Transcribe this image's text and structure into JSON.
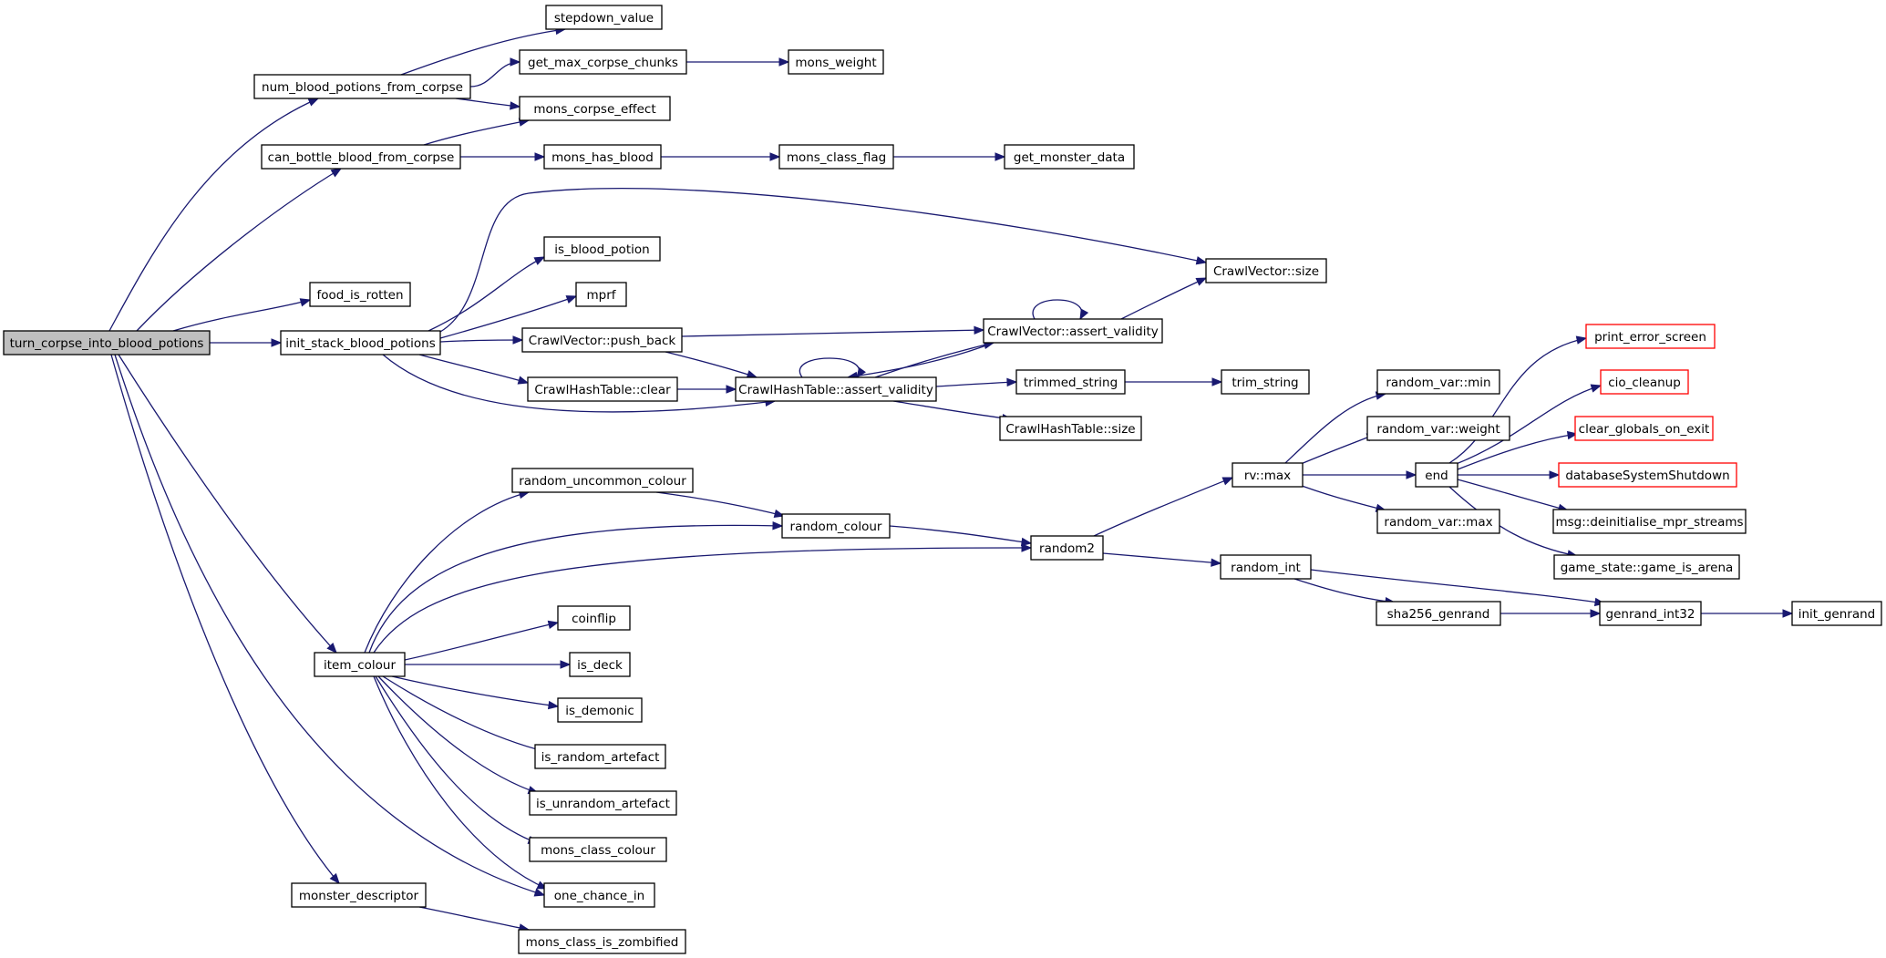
{
  "colors": {
    "edge": "#191970",
    "node_border": "#000000",
    "node_fill": "#ffffff",
    "root_fill": "#bfbfbf",
    "truncated_border": "#ff0000"
  },
  "nodes": [
    {
      "id": "turn_corpse",
      "label": "turn_corpse_into_blood_potions",
      "style": "root"
    },
    {
      "id": "num_blood",
      "label": "num_blood_potions_from_corpse"
    },
    {
      "id": "can_bottle",
      "label": "can_bottle_blood_from_corpse"
    },
    {
      "id": "food_rotten",
      "label": "food_is_rotten"
    },
    {
      "id": "init_stack",
      "label": "init_stack_blood_potions"
    },
    {
      "id": "item_colour",
      "label": "item_colour"
    },
    {
      "id": "monster_desc",
      "label": "monster_descriptor"
    },
    {
      "id": "stepdown",
      "label": "stepdown_value"
    },
    {
      "id": "get_max",
      "label": "get_max_corpse_chunks"
    },
    {
      "id": "mons_weight",
      "label": "mons_weight"
    },
    {
      "id": "mons_corpse_effect",
      "label": "mons_corpse_effect"
    },
    {
      "id": "mons_has_blood",
      "label": "mons_has_blood"
    },
    {
      "id": "mons_class_flag",
      "label": "mons_class_flag"
    },
    {
      "id": "get_monster_data",
      "label": "get_monster_data"
    },
    {
      "id": "is_blood_potion",
      "label": "is_blood_potion"
    },
    {
      "id": "mprf",
      "label": "mprf"
    },
    {
      "id": "cv_size",
      "label": "CrawlVector::size"
    },
    {
      "id": "cv_push_back",
      "label": "CrawlVector::push_back"
    },
    {
      "id": "cv_assert",
      "label": "CrawlVector::assert_validity"
    },
    {
      "id": "cht_clear",
      "label": "CrawlHashTable::clear"
    },
    {
      "id": "cht_assert",
      "label": "CrawlHashTable::assert_validity"
    },
    {
      "id": "trimmed_string",
      "label": "trimmed_string"
    },
    {
      "id": "trim_string",
      "label": "trim_string"
    },
    {
      "id": "cht_size",
      "label": "CrawlHashTable::size"
    },
    {
      "id": "random_uncommon",
      "label": "random_uncommon_colour"
    },
    {
      "id": "random_colour",
      "label": "random_colour"
    },
    {
      "id": "random2",
      "label": "random2"
    },
    {
      "id": "coinflip",
      "label": "coinflip"
    },
    {
      "id": "is_deck",
      "label": "is_deck"
    },
    {
      "id": "is_demonic",
      "label": "is_demonic"
    },
    {
      "id": "is_random_artefact",
      "label": "is_random_artefact"
    },
    {
      "id": "is_unrandom_artefact",
      "label": "is_unrandom_artefact"
    },
    {
      "id": "mons_class_colour",
      "label": "mons_class_colour"
    },
    {
      "id": "one_chance_in",
      "label": "one_chance_in"
    },
    {
      "id": "mons_class_is_zombified",
      "label": "mons_class_is_zombified"
    },
    {
      "id": "rv_max",
      "label": "rv::max"
    },
    {
      "id": "random_int",
      "label": "random_int"
    },
    {
      "id": "rvar_min",
      "label": "random_var::min"
    },
    {
      "id": "rvar_weight",
      "label": "random_var::weight"
    },
    {
      "id": "end",
      "label": "end"
    },
    {
      "id": "rvar_max",
      "label": "random_var::max"
    },
    {
      "id": "sha256_genrand",
      "label": "sha256_genrand"
    },
    {
      "id": "genrand_int32",
      "label": "genrand_int32"
    },
    {
      "id": "init_genrand",
      "label": "init_genrand"
    },
    {
      "id": "print_error_screen",
      "label": "print_error_screen",
      "style": "truncated"
    },
    {
      "id": "cio_cleanup",
      "label": "cio_cleanup",
      "style": "truncated"
    },
    {
      "id": "clear_globals",
      "label": "clear_globals_on_exit",
      "style": "truncated"
    },
    {
      "id": "db_shutdown",
      "label": "databaseSystemShutdown",
      "style": "truncated"
    },
    {
      "id": "msg_deinit",
      "label": "msg::deinitialise_mpr_streams"
    },
    {
      "id": "game_is_arena",
      "label": "game_state::game_is_arena"
    }
  ],
  "edges": [
    {
      "from": "turn_corpse",
      "to": "num_blood"
    },
    {
      "from": "turn_corpse",
      "to": "can_bottle"
    },
    {
      "from": "turn_corpse",
      "to": "food_rotten"
    },
    {
      "from": "turn_corpse",
      "to": "init_stack"
    },
    {
      "from": "turn_corpse",
      "to": "item_colour"
    },
    {
      "from": "turn_corpse",
      "to": "one_chance_in"
    },
    {
      "from": "turn_corpse",
      "to": "monster_desc"
    },
    {
      "from": "num_blood",
      "to": "stepdown"
    },
    {
      "from": "num_blood",
      "to": "get_max"
    },
    {
      "from": "num_blood",
      "to": "mons_corpse_effect"
    },
    {
      "from": "get_max",
      "to": "mons_weight"
    },
    {
      "from": "can_bottle",
      "to": "mons_corpse_effect"
    },
    {
      "from": "can_bottle",
      "to": "mons_has_blood"
    },
    {
      "from": "mons_has_blood",
      "to": "mons_class_flag"
    },
    {
      "from": "mons_class_flag",
      "to": "get_monster_data"
    },
    {
      "from": "init_stack",
      "to": "cv_size"
    },
    {
      "from": "init_stack",
      "to": "is_blood_potion"
    },
    {
      "from": "init_stack",
      "to": "mprf"
    },
    {
      "from": "init_stack",
      "to": "cv_push_back"
    },
    {
      "from": "init_stack",
      "to": "cht_clear"
    },
    {
      "from": "init_stack",
      "to": "cht_assert"
    },
    {
      "from": "cv_push_back",
      "to": "cv_assert"
    },
    {
      "from": "cv_push_back",
      "to": "cht_assert"
    },
    {
      "from": "cht_clear",
      "to": "cht_assert"
    },
    {
      "from": "cv_assert",
      "to": "cv_assert"
    },
    {
      "from": "cv_assert",
      "to": "cv_size"
    },
    {
      "from": "cv_assert",
      "to": "cht_assert"
    },
    {
      "from": "cht_assert",
      "to": "cht_assert"
    },
    {
      "from": "cht_assert",
      "to": "cv_assert"
    },
    {
      "from": "cht_assert",
      "to": "trimmed_string"
    },
    {
      "from": "cht_assert",
      "to": "cht_size"
    },
    {
      "from": "trimmed_string",
      "to": "trim_string"
    },
    {
      "from": "item_colour",
      "to": "random_uncommon"
    },
    {
      "from": "item_colour",
      "to": "random_colour"
    },
    {
      "from": "item_colour",
      "to": "random2"
    },
    {
      "from": "item_colour",
      "to": "coinflip"
    },
    {
      "from": "item_colour",
      "to": "is_deck"
    },
    {
      "from": "item_colour",
      "to": "is_demonic"
    },
    {
      "from": "item_colour",
      "to": "is_random_artefact"
    },
    {
      "from": "item_colour",
      "to": "is_unrandom_artefact"
    },
    {
      "from": "item_colour",
      "to": "mons_class_colour"
    },
    {
      "from": "item_colour",
      "to": "one_chance_in"
    },
    {
      "from": "random_uncommon",
      "to": "random_colour"
    },
    {
      "from": "random_colour",
      "to": "random2"
    },
    {
      "from": "random2",
      "to": "rv_max"
    },
    {
      "from": "random2",
      "to": "random_int"
    },
    {
      "from": "rv_max",
      "to": "rvar_min"
    },
    {
      "from": "rv_max",
      "to": "rvar_weight"
    },
    {
      "from": "rv_max",
      "to": "end"
    },
    {
      "from": "rv_max",
      "to": "rvar_max"
    },
    {
      "from": "end",
      "to": "print_error_screen"
    },
    {
      "from": "end",
      "to": "cio_cleanup"
    },
    {
      "from": "end",
      "to": "clear_globals"
    },
    {
      "from": "end",
      "to": "db_shutdown"
    },
    {
      "from": "end",
      "to": "msg_deinit"
    },
    {
      "from": "end",
      "to": "game_is_arena"
    },
    {
      "from": "random_int",
      "to": "sha256_genrand"
    },
    {
      "from": "random_int",
      "to": "genrand_int32"
    },
    {
      "from": "sha256_genrand",
      "to": "genrand_int32"
    },
    {
      "from": "genrand_int32",
      "to": "init_genrand"
    },
    {
      "from": "monster_desc",
      "to": "mons_class_is_zombified"
    }
  ]
}
